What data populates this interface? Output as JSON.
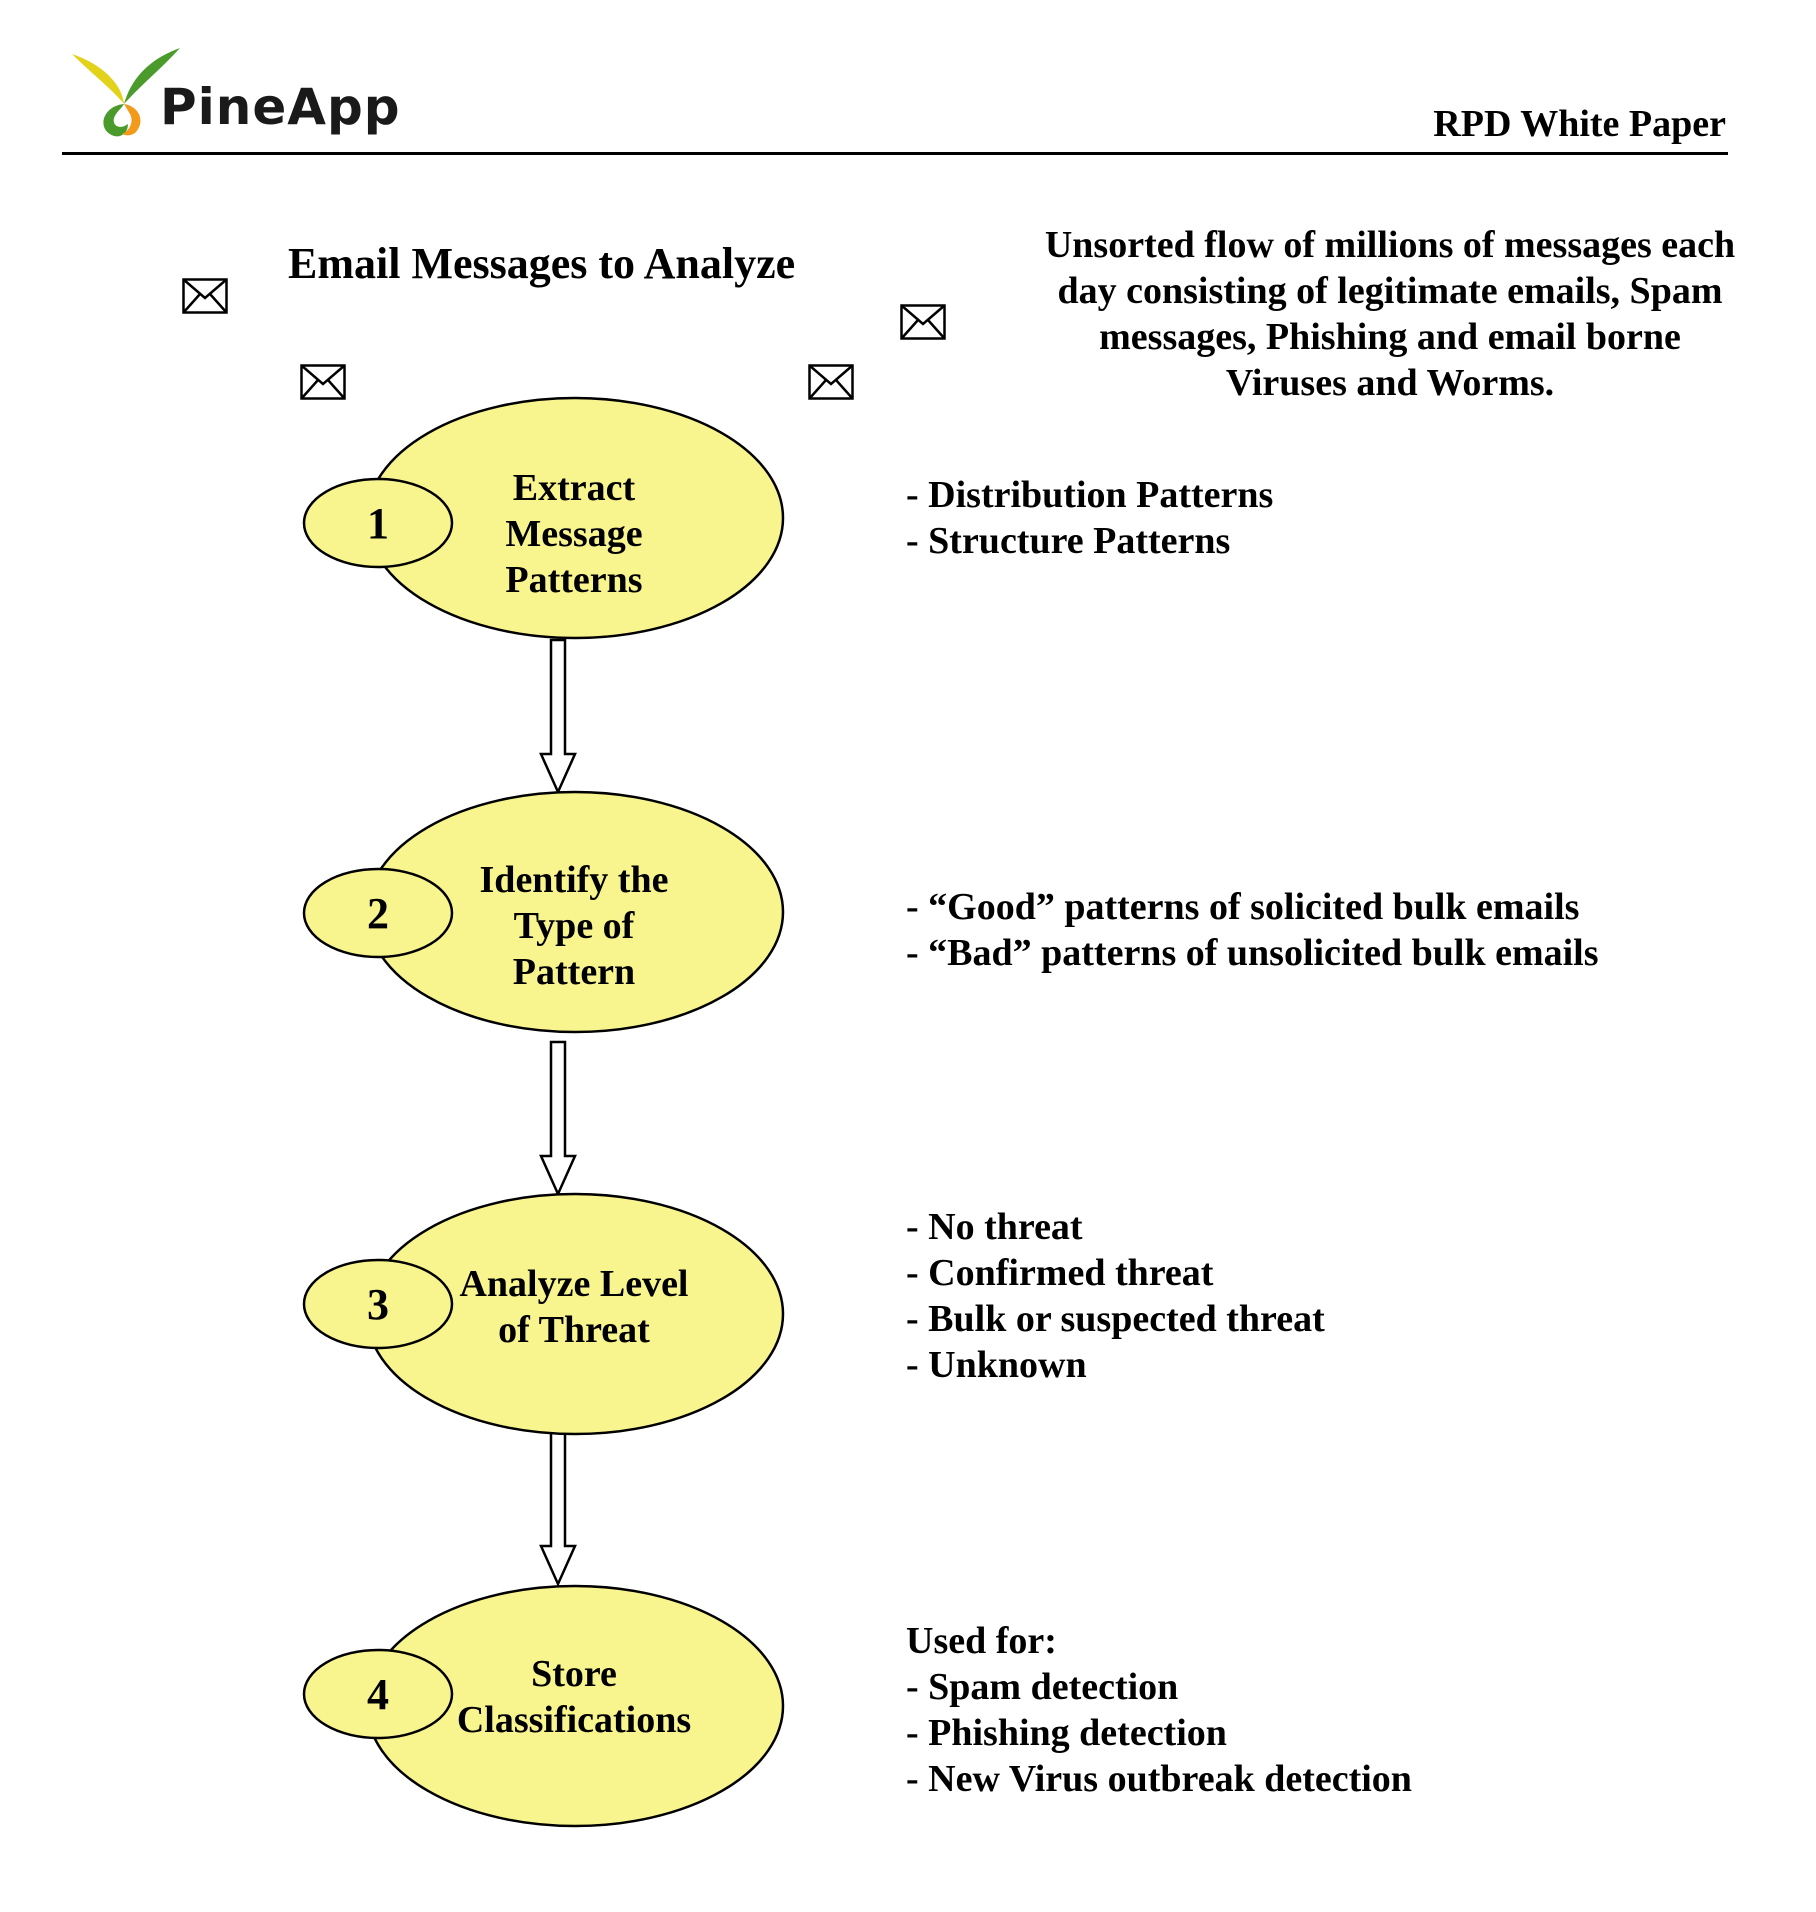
{
  "header": {
    "logo_text": "PineApp",
    "doc_title": "RPD White Paper",
    "brand_colors": {
      "leaf_yellow": "#e2d21a",
      "leaf_green": "#4a9a2c",
      "leaf_orange": "#f29a1a"
    }
  },
  "intro": {
    "heading": "Email Messages to Analyze",
    "description": "Unsorted flow of millions of messages each day consisting of legitimate emails, Spam messages, Phishing and email borne Viruses and Worms.",
    "icon": "envelope-icon"
  },
  "steps": [
    {
      "number": "1",
      "lines": [
        "Extract",
        "Message",
        "Patterns"
      ]
    },
    {
      "number": "2",
      "lines": [
        "Identify the",
        "Type of",
        "Pattern"
      ]
    },
    {
      "number": "3",
      "lines": [
        "Analyze Level",
        "of Threat"
      ]
    },
    {
      "number": "4",
      "lines": [
        "Store",
        "Classifications"
      ]
    }
  ],
  "notes": [
    {
      "lines": [
        "- Distribution Patterns",
        "- Structure Patterns"
      ]
    },
    {
      "lines": [
        "- “Good” patterns of solicited bulk emails",
        "- “Bad” patterns of unsolicited bulk emails"
      ]
    },
    {
      "lines": [
        "- No threat",
        "- Confirmed threat",
        "- Bulk or suspected threat",
        "- Unknown"
      ]
    },
    {
      "lines": [
        "Used for:",
        "- Spam detection",
        "- Phishing detection",
        "- New Virus outbreak detection"
      ]
    }
  ],
  "colors": {
    "ellipse_fill": "#f8f48e",
    "stroke": "#000000"
  }
}
